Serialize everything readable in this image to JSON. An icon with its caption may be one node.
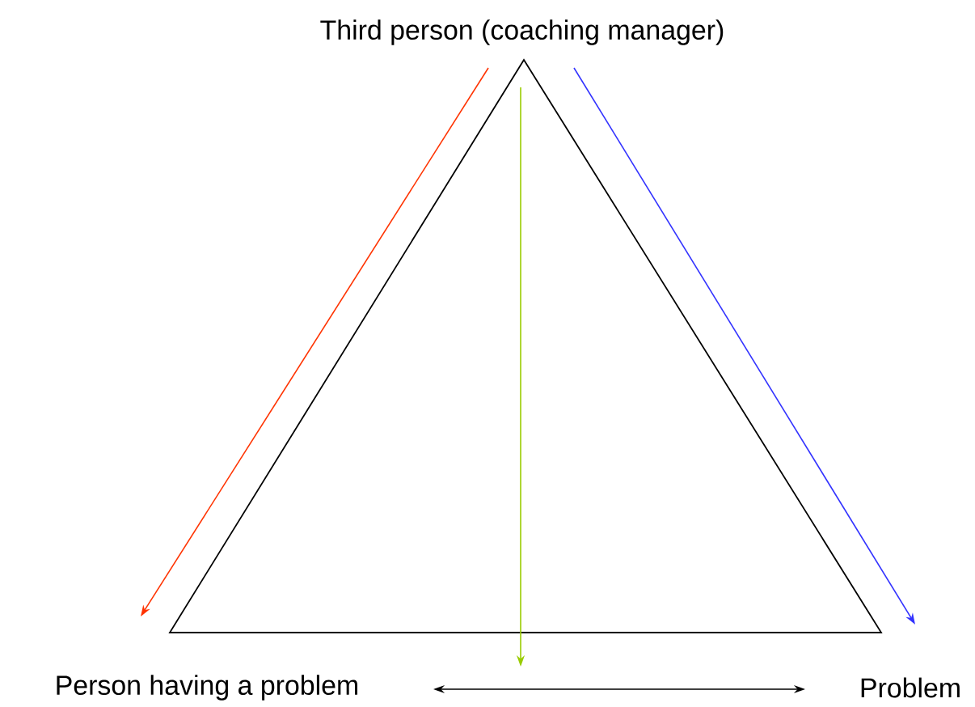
{
  "diagram": {
    "nodes": [
      {
        "text": [
          "Third person (coaching manager)"
        ]
      },
      {
        "text": [
          "Person having a problem"
        ]
      },
      {
        "text": [
          "Problem"
        ]
      }
    ],
    "edges": [
      {
        "from": 0,
        "to": 1,
        "arrow": "to",
        "color": "#ff3300"
      },
      {
        "from": 0,
        "to": 2,
        "arrow": "to",
        "color": "#3333ff"
      },
      {
        "from": 0,
        "to": null,
        "arrow": "to",
        "color": "#99cc00"
      },
      {
        "from": 1,
        "to": 2,
        "arrow": "both",
        "color": "#000000"
      }
    ]
  }
}
